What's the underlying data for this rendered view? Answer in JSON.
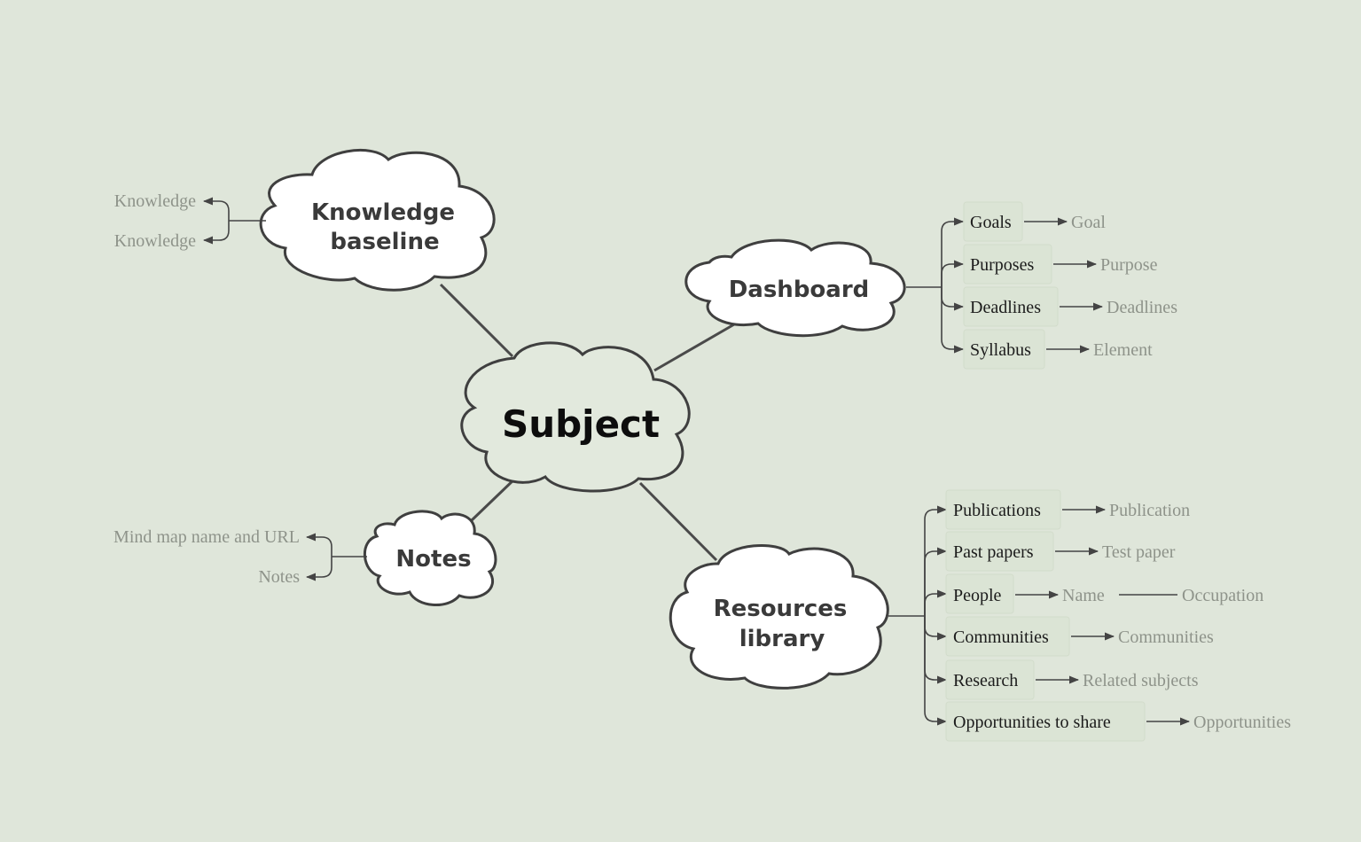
{
  "central": {
    "label": "Subject"
  },
  "branches": {
    "knowledge": {
      "line1": "Knowledge",
      "line2": "baseline",
      "leaves": [
        "Knowledge",
        "Knowledge"
      ]
    },
    "dashboard": {
      "label": "Dashboard",
      "items": [
        {
          "label": "Goals",
          "leaf": "Goal"
        },
        {
          "label": "Purposes",
          "leaf": "Purpose"
        },
        {
          "label": "Deadlines",
          "leaf": "Deadlines"
        },
        {
          "label": "Syllabus",
          "leaf": "Element"
        }
      ]
    },
    "notes": {
      "label": "Notes",
      "leaves": [
        "Mind map name and URL",
        "Notes"
      ]
    },
    "resources": {
      "line1": "Resources",
      "line2": "library",
      "items": [
        {
          "label": "Publications",
          "leaf": "Publication"
        },
        {
          "label": "Past papers",
          "leaf": "Test paper"
        },
        {
          "label": "People",
          "leaf": "Name",
          "leaf2": "Occupation"
        },
        {
          "label": "Communities",
          "leaf": "Communities"
        },
        {
          "label": "Research",
          "leaf": "Related subjects"
        },
        {
          "label": "Opportunities to share",
          "leaf": "Opportunities"
        }
      ]
    }
  },
  "colors": {
    "background": "#dfe6da",
    "node_fill": "#ffffff",
    "outline": "#3f3f3f",
    "leaf_text": "#8e938a"
  }
}
